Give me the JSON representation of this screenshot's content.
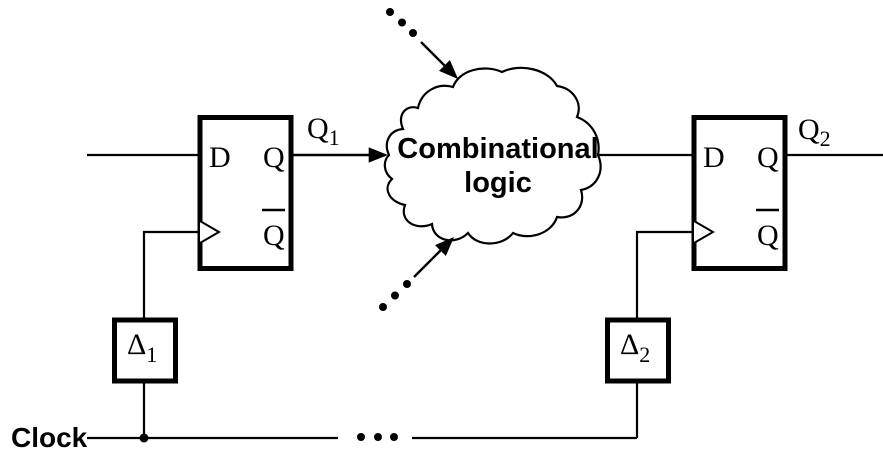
{
  "colors": {
    "ink": "#000000",
    "background": "#ffffff"
  },
  "cloud": {
    "line1": "Combinational",
    "line2": "logic"
  },
  "clock": {
    "label": "Clock"
  },
  "flip_flop_1": {
    "d": "D",
    "q": "Q",
    "q_bar": "Q"
  },
  "flip_flop_2": {
    "d": "D",
    "q": "Q",
    "q_bar": "Q"
  },
  "signals": {
    "q1": {
      "base": "Q",
      "sub": "1"
    },
    "q2": {
      "base": "Q",
      "sub": "2"
    }
  },
  "delays": {
    "delta1": {
      "base": "Δ",
      "sub": "1"
    },
    "delta2": {
      "base": "Δ",
      "sub": "2"
    }
  }
}
